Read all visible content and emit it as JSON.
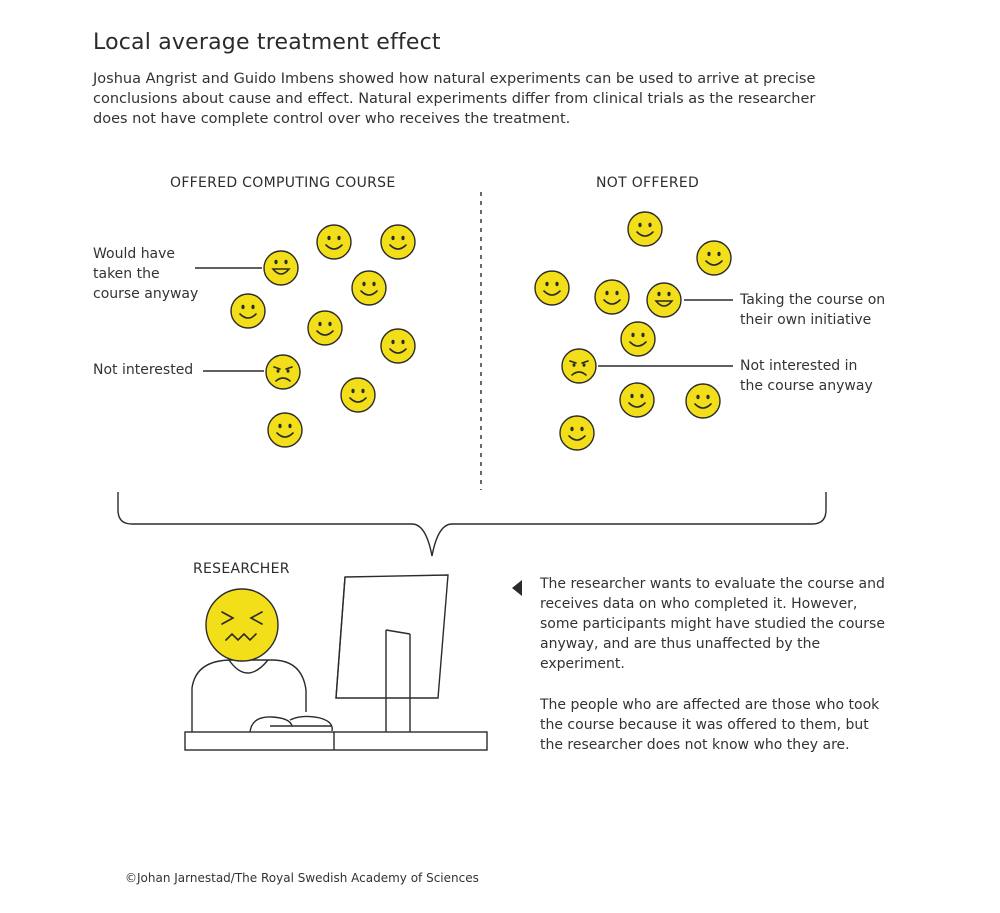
{
  "title": "Local average treatment effect",
  "intro": {
    "line1": "Joshua Angrist and Guido Imbens showed how natural experiments can be used to arrive at precise",
    "line2": "conclusions about cause and effect. Natural experiments differ from clinical trials as the researcher",
    "line3": "does not have complete control over who receives the treatment."
  },
  "left_group": {
    "heading": "OFFERED COMPUTING COURSE",
    "label_anyway": [
      "Would have",
      "taken the",
      "course anyway"
    ],
    "label_not_interested": "Not interested"
  },
  "right_group": {
    "heading": "NOT OFFERED",
    "label_initiative": [
      "Taking the course on",
      "their own initiative"
    ],
    "label_not_interested": [
      "Not interested in",
      "the course anyway"
    ]
  },
  "researcher": {
    "label": "RESEARCHER"
  },
  "note": {
    "p1": [
      "The researcher wants to evaluate the course and",
      "receives data on who completed it. However,",
      "some participants might have studied the course",
      "anyway, and are thus unaffected by the",
      "experiment."
    ],
    "p2": [
      "The people who are affected are those who took",
      "the course because it was offered to them, but",
      "the researcher does not know who they are."
    ]
  },
  "credit": "©Johan Jarnestad/The Royal Swedish Academy of Sciences",
  "colors": {
    "face": "#f3de1a",
    "ink": "#2b2b2b"
  }
}
